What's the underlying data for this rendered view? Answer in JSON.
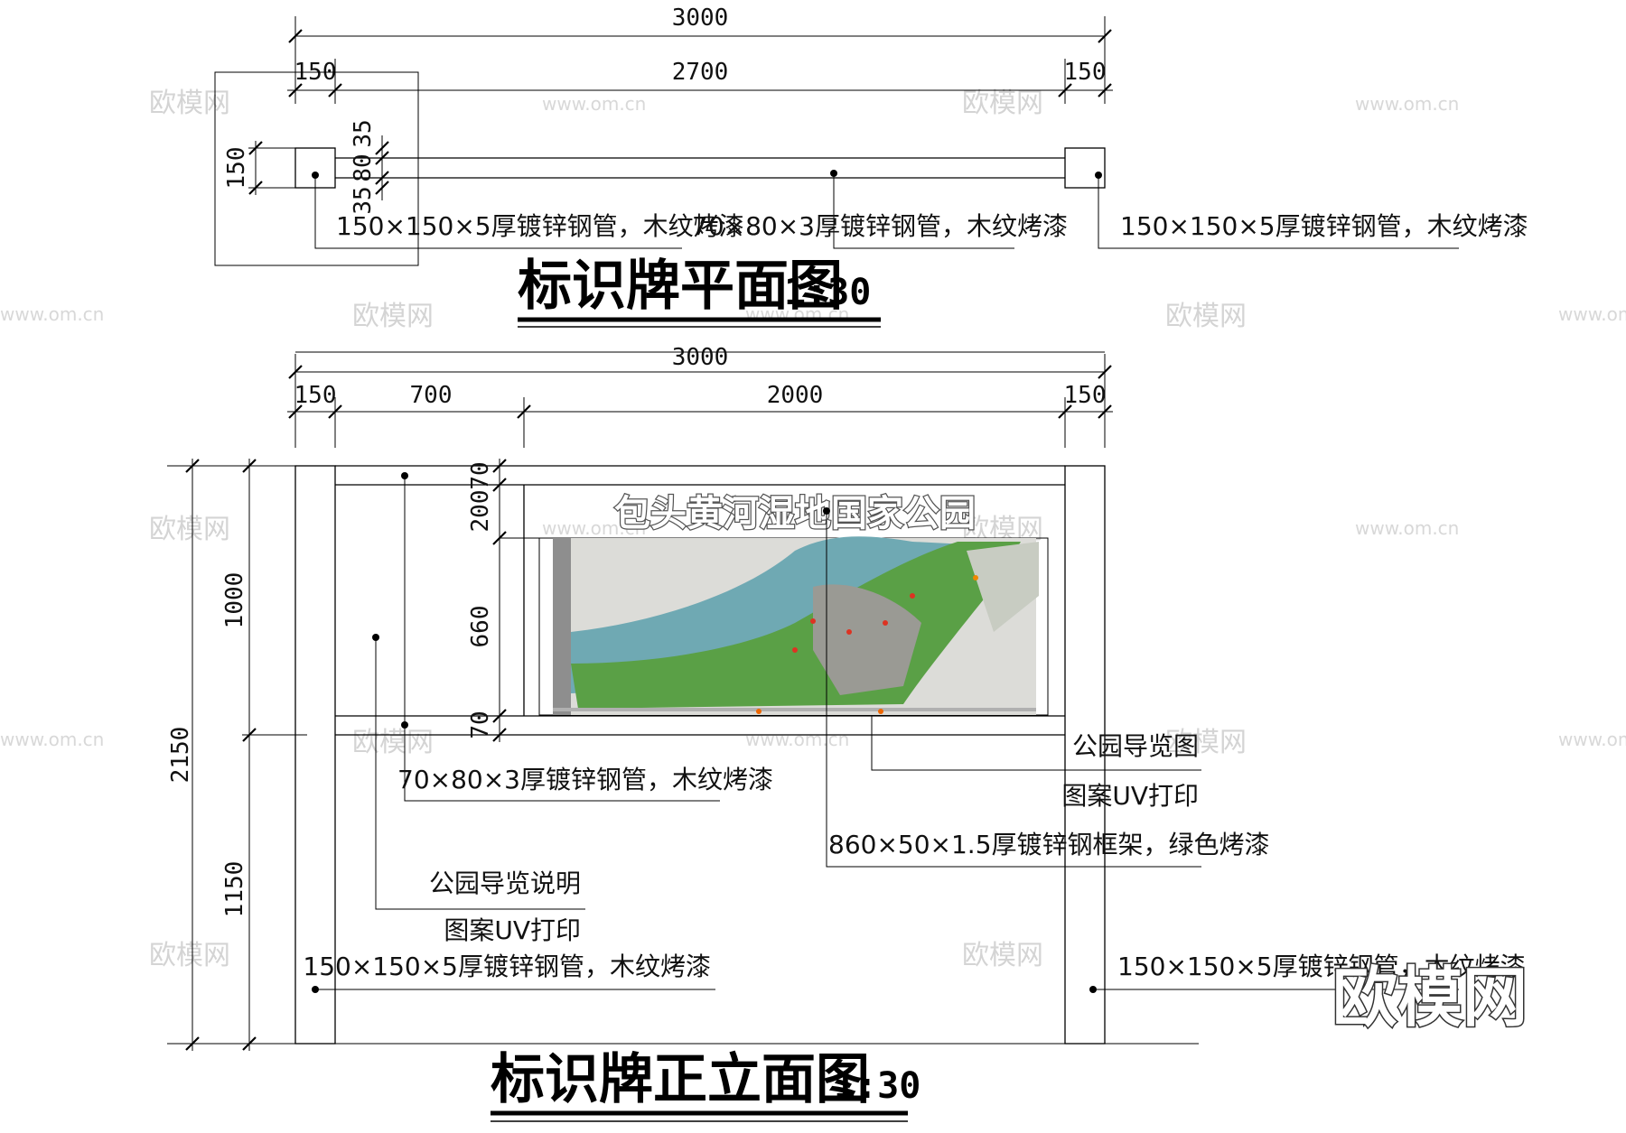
{
  "watermark": {
    "text": "欧模网",
    "url": "www.om.cn"
  },
  "brand_logo": "欧模网",
  "plan": {
    "title": "标识牌平面图",
    "scale": "1:30",
    "dims": {
      "total": "3000",
      "left_post": "150",
      "span": "2700",
      "right_post": "150",
      "post_depth": "150",
      "rail_top": "35",
      "rail": "80",
      "rail_bottom": "35"
    },
    "notes": {
      "left_post": "150×150×5厚镀锌钢管，木纹烤漆",
      "rail": "70×80×3厚镀锌钢管，木纹烤漆",
      "right_post": "150×150×5厚镀锌钢管，木纹烤漆"
    }
  },
  "elevation": {
    "title": "标识牌正立面图",
    "scale": "1:30",
    "dims": {
      "total": "3000",
      "left_post": "150",
      "text_panel": "700",
      "map_panel": "2000",
      "right_post": "150",
      "height_total": "2150",
      "upper": "1000",
      "lower": "1150",
      "rail_top": "70",
      "band": "200",
      "map_height": "660",
      "rail_bottom": "70"
    },
    "map_title": "包头黄河湿地国家公园",
    "notes": {
      "rail": "70×80×3厚镀锌钢管，木纹烤漆",
      "map_label_1": "公园导览图",
      "map_label_2": "图案UV打印",
      "frame": "860×50×1.5厚镀锌钢框架，绿色烤漆",
      "text_label_1": "公园导览说明",
      "text_label_2": "图案UV打印",
      "left_post": "150×150×5厚镀锌钢管，木纹烤漆",
      "right_post": "150×150×5厚镀锌钢管，木纹烤漆"
    }
  }
}
